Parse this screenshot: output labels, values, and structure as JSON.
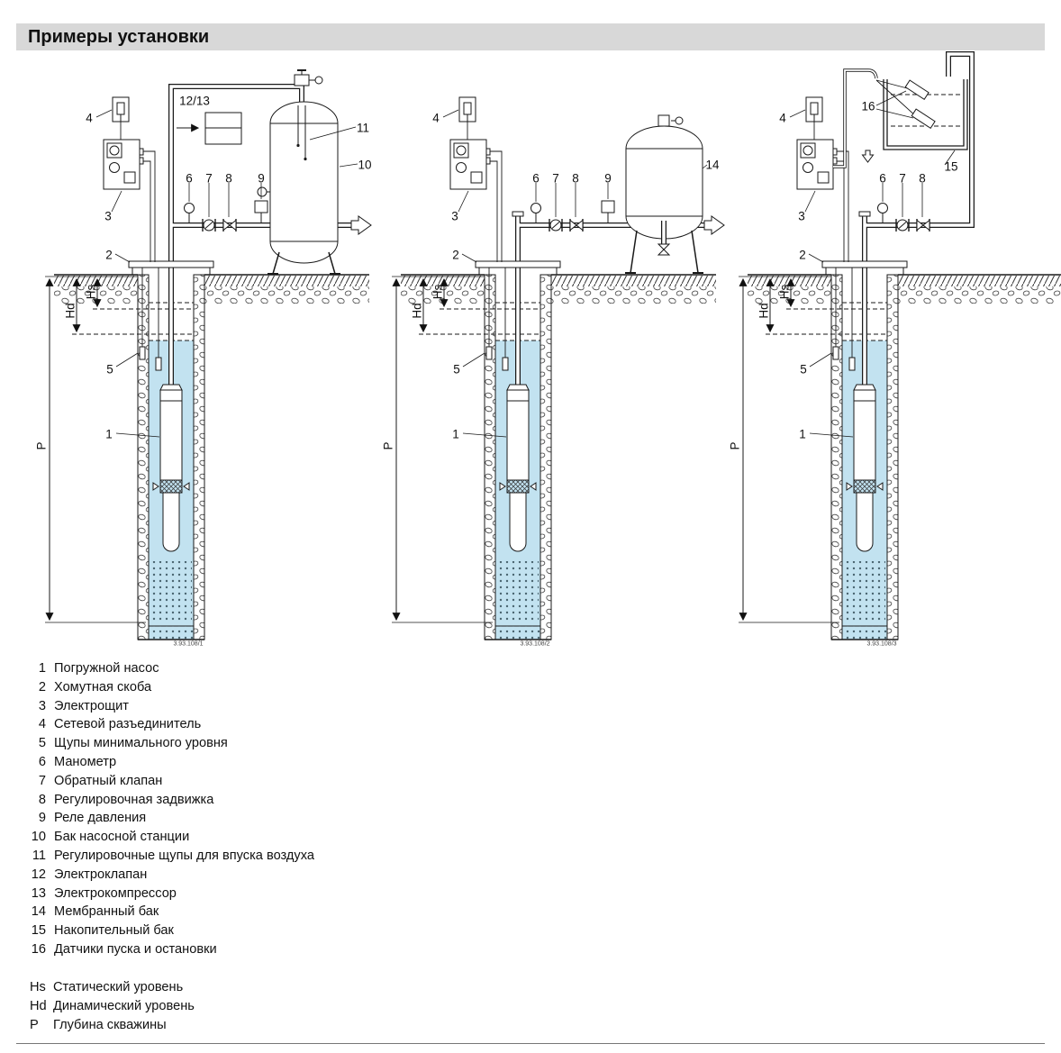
{
  "header": {
    "title": "Примеры установки"
  },
  "diagrams": [
    {
      "figure_number": "3.93.108/1",
      "labels": {
        "disconnect": "4",
        "valve_compressor": "12/13",
        "air_probes": "11",
        "tank": "10",
        "panel": "3",
        "gauge": "6",
        "check_valve": "7",
        "gate_valve": "8",
        "pressure_switch": "9",
        "clamp": "2",
        "static_level": "Hs",
        "dynamic_level": "Hd",
        "probes": "5",
        "pump": "1",
        "depth": "P"
      }
    },
    {
      "figure_number": "3.93.108/2",
      "labels": {
        "disconnect": "4",
        "tank": "14",
        "panel": "3",
        "gauge": "6",
        "check_valve": "7",
        "gate_valve": "8",
        "pressure_switch": "9",
        "clamp": "2",
        "static_level": "Hs",
        "dynamic_level": "Hd",
        "probes": "5",
        "pump": "1",
        "depth": "P"
      }
    },
    {
      "figure_number": "3.93.108/3",
      "labels": {
        "disconnect": "4",
        "sensors": "16",
        "tank": "15",
        "panel": "3",
        "gauge": "6",
        "check_valve": "7",
        "gate_valve": "8",
        "clamp": "2",
        "static_level": "Hs",
        "dynamic_level": "Hd",
        "probes": "5",
        "pump": "1",
        "depth": "P"
      }
    }
  ],
  "legend": {
    "items": [
      {
        "num": "1",
        "label": "Погружной насос"
      },
      {
        "num": "2",
        "label": "Хомутная скоба"
      },
      {
        "num": "3",
        "label": "Электрощит"
      },
      {
        "num": "4",
        "label": "Сетевой разъединитель"
      },
      {
        "num": "5",
        "label": "Щупы минимального уровня"
      },
      {
        "num": "6",
        "label": "Манометр"
      },
      {
        "num": "7",
        "label": "Обратный клапан"
      },
      {
        "num": "8",
        "label": "Регулировочная задвижка"
      },
      {
        "num": "9",
        "label": "Реле давления"
      },
      {
        "num": "10",
        "label": "Бак насосной станции"
      },
      {
        "num": "11",
        "label": "Регулировочные щупы для впуска воздуха"
      },
      {
        "num": "12",
        "label": "Электроклапан"
      },
      {
        "num": "13",
        "label": "Электрокомпрессор"
      },
      {
        "num": "14",
        "label": "Мембранный бак"
      },
      {
        "num": "15",
        "label": "Накопительный бак"
      },
      {
        "num": "16",
        "label": "Датчики пуска и остановки"
      }
    ],
    "levels": [
      {
        "num": "Hs",
        "label": "Статический уровень"
      },
      {
        "num": "Hd",
        "label": "Динамический уровень"
      },
      {
        "num": "P",
        "label": "Глубина скважины"
      }
    ]
  }
}
